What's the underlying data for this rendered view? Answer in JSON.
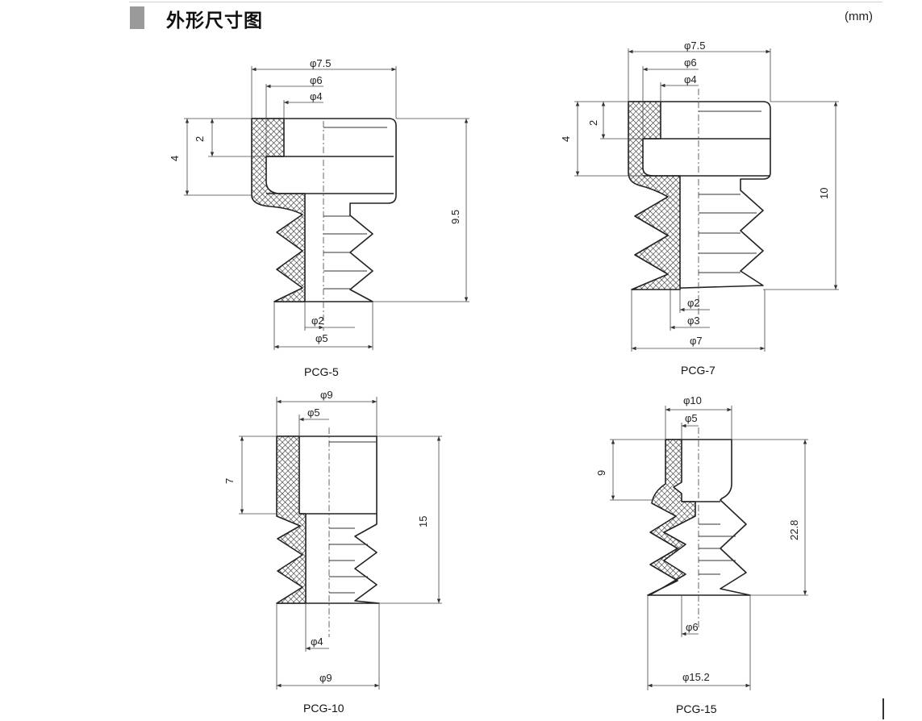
{
  "header": {
    "title": "外形尺寸图",
    "unit": "(mm)"
  },
  "models": [
    {
      "name": "PCG-5",
      "dims": {
        "outer_top": "φ7.5",
        "mid_top": "φ6",
        "inner_top": "φ4",
        "step": "2",
        "neck": "4",
        "height": "9.5",
        "bore": "φ2",
        "lip": "φ5"
      }
    },
    {
      "name": "PCG-7",
      "dims": {
        "outer_top": "φ7.5",
        "mid_top": "φ6",
        "inner_top": "φ4",
        "step": "2",
        "neck": "4",
        "height": "10",
        "bore": "φ2",
        "bore2": "φ3",
        "lip": "φ7"
      }
    },
    {
      "name": "PCG-10",
      "dims": {
        "outer_top": "φ9",
        "inner_top": "φ5",
        "neck": "7",
        "height": "15",
        "bore": "φ4",
        "lip": "φ9"
      }
    },
    {
      "name": "PCG-15",
      "dims": {
        "outer_top": "φ10",
        "inner_top": "φ5",
        "neck": "9",
        "height": "22.8",
        "bore": "φ6",
        "lip": "φ15.2"
      }
    }
  ],
  "icons": {
    "arrow": "dimension-arrow-icon",
    "hatch": "crosshatch-pattern"
  }
}
